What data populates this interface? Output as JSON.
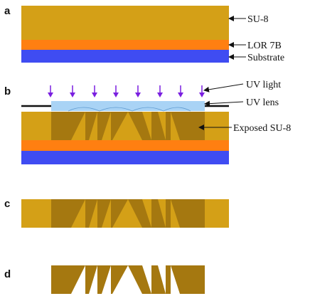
{
  "panels": {
    "a": {
      "letter": "a"
    },
    "b": {
      "letter": "b"
    },
    "c": {
      "letter": "c"
    },
    "d": {
      "letter": "d"
    }
  },
  "labels": {
    "su8": "SU-8",
    "lor": "LOR 7B",
    "substrate": "Substrate",
    "uv_light": "UV light",
    "uv_lens": "UV lens",
    "exposed_su8": "Exposed SU-8"
  },
  "colors": {
    "su8": "#D4A017",
    "exposed_su8": "#A57810",
    "lor": "#FF7F11",
    "substrate": "#3F4CF2",
    "uv_arrow": "#7A1FE0",
    "uv_lens": "#A9D3F5",
    "mask": "#111111"
  }
}
